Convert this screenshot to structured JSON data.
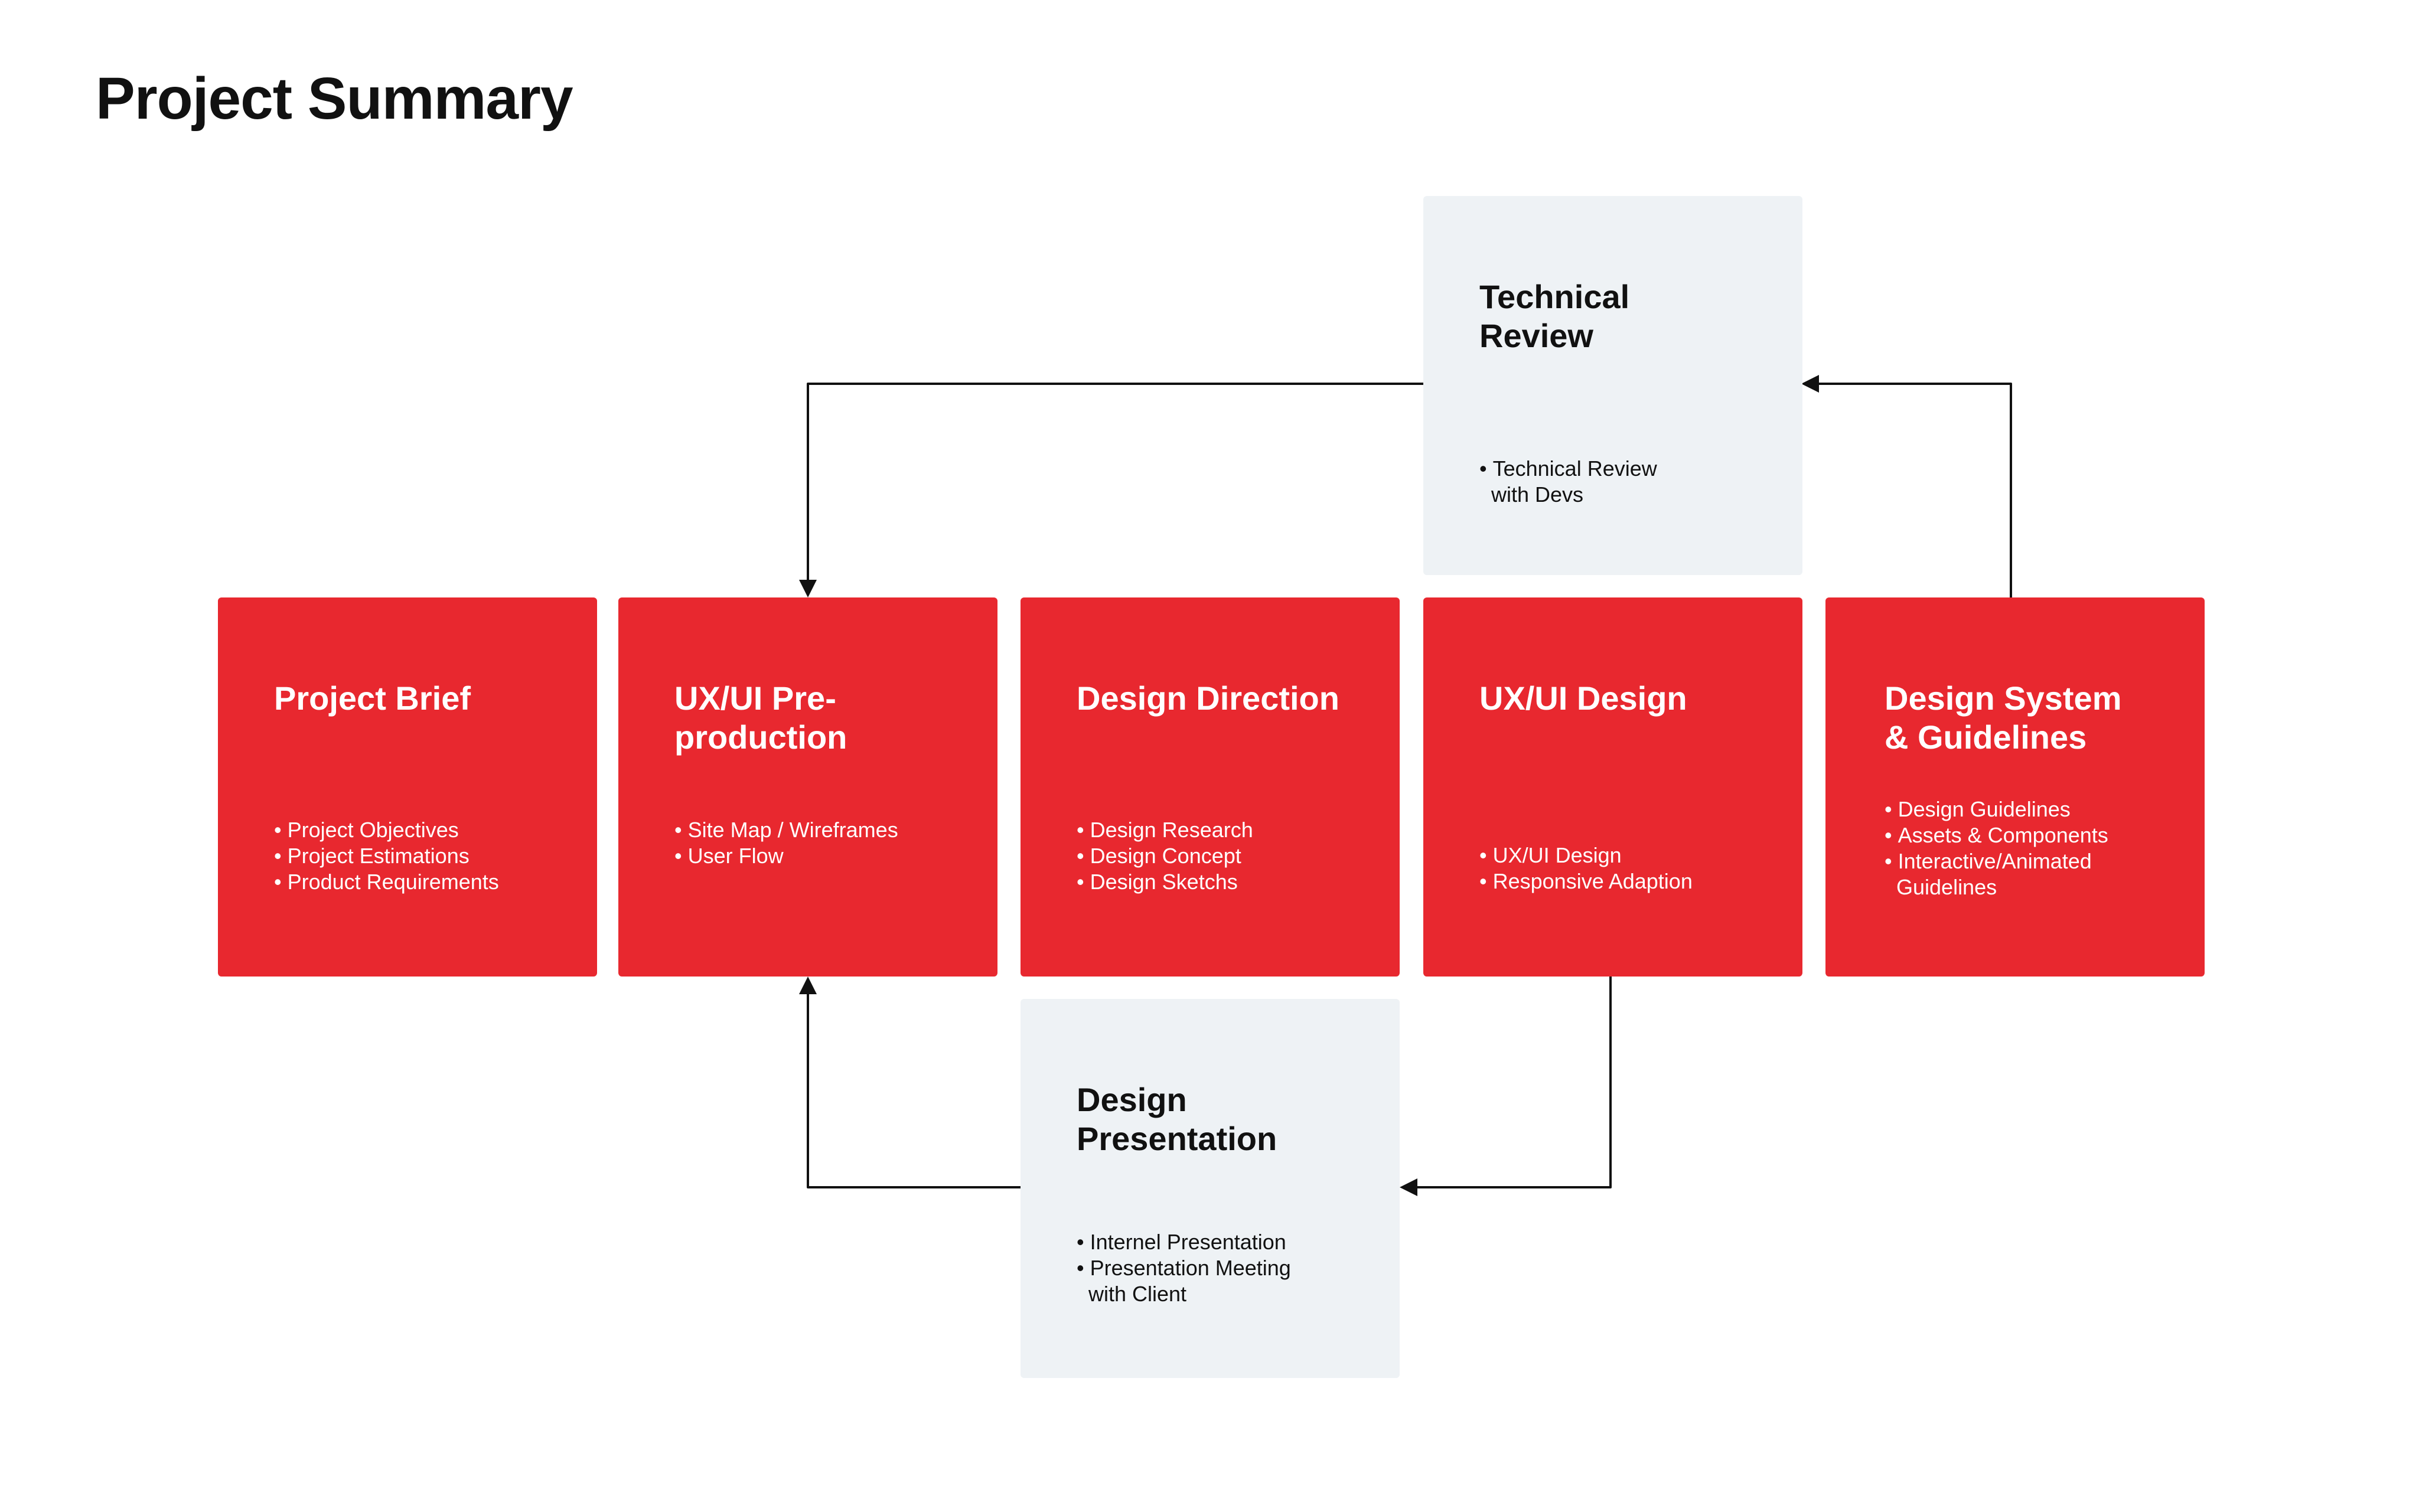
{
  "page": {
    "title": "Project Summary"
  },
  "colors": {
    "primary_card": "#e8282f",
    "secondary_card": "#eef2f5",
    "connector": "#111111"
  },
  "cards": {
    "project_brief": {
      "title": "Project Brief",
      "items": [
        "Project Objectives",
        "Project Estimations",
        "Product Requirements"
      ]
    },
    "uxui_preproduction": {
      "title": "UX/UI Pre-\nproduction",
      "items": [
        "Site Map / Wireframes",
        "User Flow"
      ]
    },
    "design_direction": {
      "title": "Design Direction",
      "items": [
        "Design Research",
        "Design Concept",
        "Design Sketchs"
      ]
    },
    "uxui_design": {
      "title": "UX/UI Design",
      "items": [
        "UX/UI Design",
        "Responsive Adaption"
      ]
    },
    "design_system": {
      "title": "Design System\n& Guidelines",
      "items": [
        "Design Guidelines",
        "Assets & Components",
        "Interactive/Animated\nGuidelines"
      ]
    },
    "technical_review": {
      "title": "Technical\nReview",
      "items": [
        "Technical Review\nwith Devs"
      ]
    },
    "design_presentation": {
      "title": "Design\nPresentation",
      "items": [
        "Internel Presentation",
        "Presentation Meeting\nwith Client"
      ]
    }
  }
}
